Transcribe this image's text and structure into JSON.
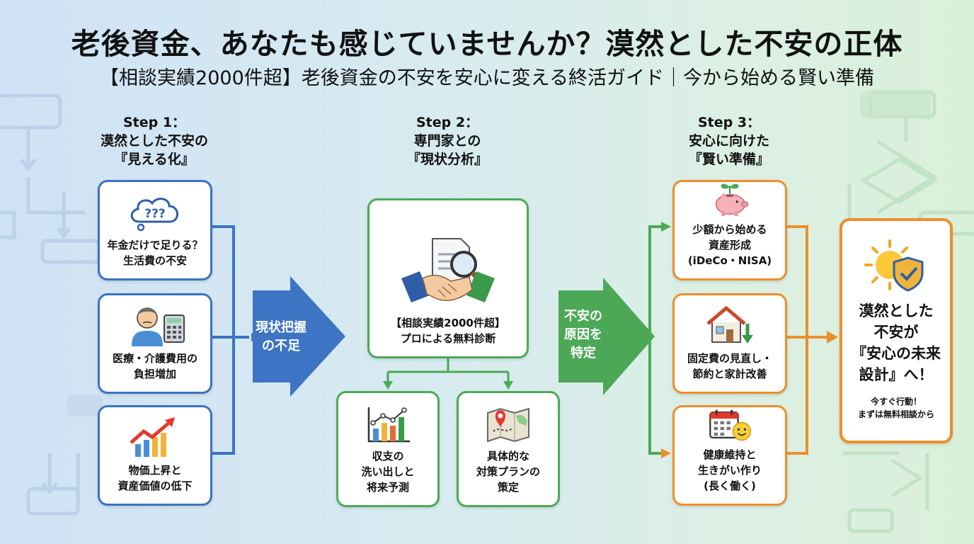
{
  "header": {
    "title": "老後資金、あなたも感じていませんか？漠然とした不安の正体",
    "subtitle": "【相談実績2000件超】老後資金の不安を安心に変える終活ガイド｜今から始める賢い準備"
  },
  "steps": [
    {
      "lines": [
        "Step 1：",
        "漠然とした不安の",
        "『見える化』"
      ]
    },
    {
      "lines": [
        "Step 2：",
        "専門家との",
        "『現状分析』"
      ]
    },
    {
      "lines": [
        "Step 3：",
        "安心に向けた",
        "『賢い準備』"
      ]
    }
  ],
  "step1_boxes": [
    {
      "icon": "thought-cloud-icon",
      "lines": [
        "年金だけで足りる？",
        "生活費の不安"
      ]
    },
    {
      "icon": "worried-person-calculator-icon",
      "lines": [
        "医療・介護費用の",
        "負担増加"
      ]
    },
    {
      "icon": "rising-chart-icon",
      "lines": [
        "物価上昇と",
        "資産価値の低下"
      ]
    }
  ],
  "arrow1": {
    "lines": [
      "現状把握",
      "の不足"
    ]
  },
  "step2_main": {
    "icon": "handshake-document-magnifier-icon",
    "lines": [
      "【相談実績2000件超】",
      "プロによる無料診断"
    ]
  },
  "step2_subs": [
    {
      "icon": "bar-chart-icon",
      "lines": [
        "収支の",
        "洗い出しと",
        "将来予測"
      ]
    },
    {
      "icon": "map-pin-icon",
      "lines": [
        "具体的な",
        "対策プランの",
        "策定"
      ]
    }
  ],
  "arrow2": {
    "lines": [
      "不安の",
      "原因を",
      "特定"
    ]
  },
  "step3_boxes": [
    {
      "icon": "piggy-bank-sprout-icon",
      "lines": [
        "少額から始める",
        "資産形成",
        "(iDeCo・NISA)"
      ]
    },
    {
      "icon": "house-down-arrow-icon",
      "lines": [
        "固定費の見直し・",
        "節約と家計改善"
      ]
    },
    {
      "icon": "calendar-smile-icon",
      "lines": [
        "健康維持と",
        "生きがい作り",
        "(長く働く)"
      ]
    }
  ],
  "final": {
    "icon": "sun-shield-check-icon",
    "main_lines": [
      "漠然とした",
      "不安が",
      "『安心の未来",
      "設計』へ！"
    ],
    "sub_lines": [
      "今すぐ行動！",
      "まずは無料相談から"
    ]
  },
  "colors": {
    "blue": "#3c73c2",
    "green": "#4caa57",
    "orange": "#ee8e2b"
  }
}
